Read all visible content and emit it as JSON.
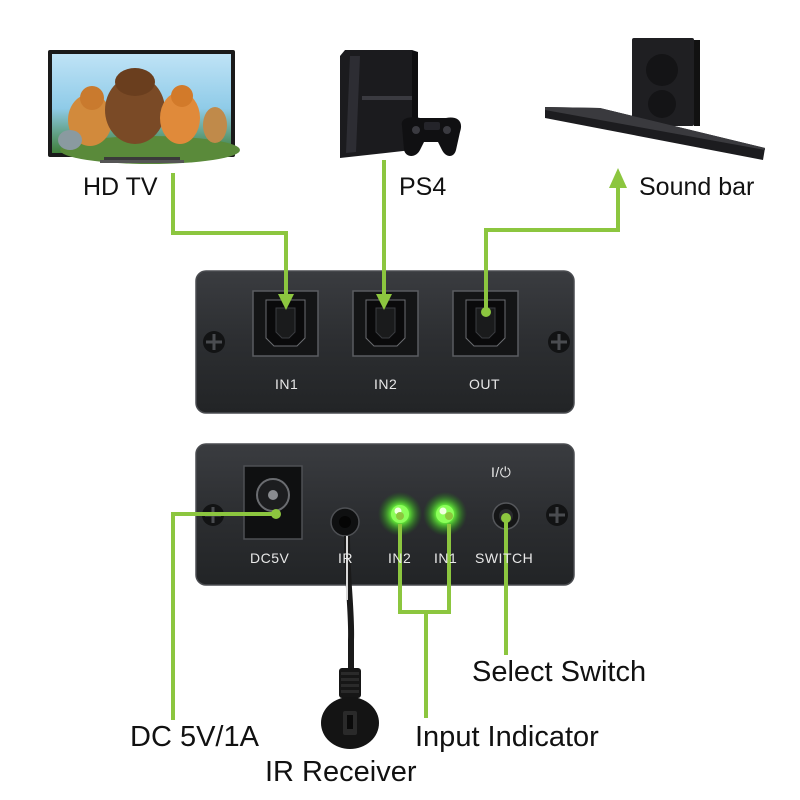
{
  "devices": {
    "tv_label": "HD TV",
    "ps4_label": "PS4",
    "soundbar_label": "Sound bar"
  },
  "front_panel": {
    "ports": [
      {
        "label": "IN1"
      },
      {
        "label": "IN2"
      },
      {
        "label": "OUT"
      }
    ]
  },
  "back_panel": {
    "dc_label": "DC5V",
    "ir_label": "IR",
    "led1_label": "IN2",
    "led2_label": "IN1",
    "power_symbol": "I/⏻",
    "switch_label": "SWITCH"
  },
  "callouts": {
    "dc": "DC 5V/1A",
    "ir_receiver": "IR Receiver",
    "input_indicator": "Input Indicator",
    "select_switch": "Select Switch"
  },
  "colors": {
    "connector_line": "#8cc63f",
    "led": "#5cff3a",
    "panel": "#2e3033"
  }
}
